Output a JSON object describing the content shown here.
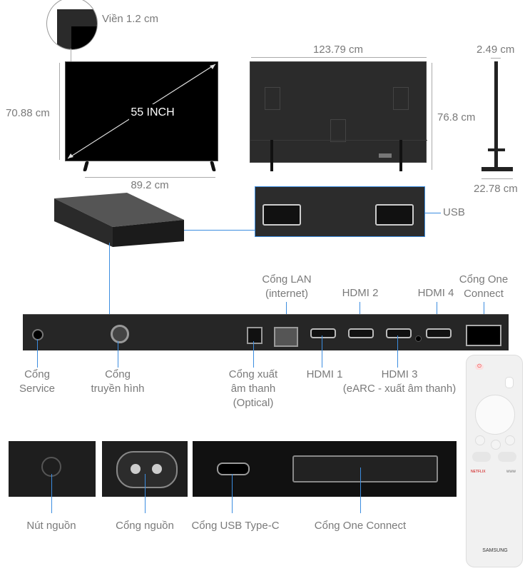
{
  "dimensions": {
    "bezel": "Viền 1.2 cm",
    "screen_size": "55 INCH",
    "front_height": "70.88 cm",
    "front_width": "89.2 cm",
    "back_width": "123.79 cm",
    "back_height": "76.8 cm",
    "depth_top": "2.49 cm",
    "depth_base": "22.78 cm"
  },
  "usb_panel": {
    "label": "USB"
  },
  "ports_top": {
    "lan": [
      "Cổng LAN",
      "(internet)"
    ],
    "hdmi2": "HDMI 2",
    "hdmi4": "HDMI 4",
    "one_connect": [
      "Cổng One",
      "Connect"
    ]
  },
  "ports_bottom": {
    "service": [
      "Cổng",
      "Service"
    ],
    "tv": [
      "Cổng",
      "truyền hình"
    ],
    "optical": [
      "Cổng xuất",
      "âm thanh",
      "(Optical)"
    ],
    "hdmi1": "HDMI 1",
    "hdmi3": [
      "HDMI 3",
      "(eARC - xuất âm thanh)"
    ]
  },
  "bottom_panels": {
    "power_button": "Nút nguồn",
    "power_port": "Cổng nguồn",
    "usb_c": "Cổng USB Type-C",
    "one_connect": "Cổng One Connect"
  },
  "remote": {
    "brand": "SAMSUNG",
    "netflix": "NETFLIX",
    "www": "www"
  },
  "colors": {
    "callout_line": "#3c8de0",
    "text": "#7a7a7a"
  }
}
